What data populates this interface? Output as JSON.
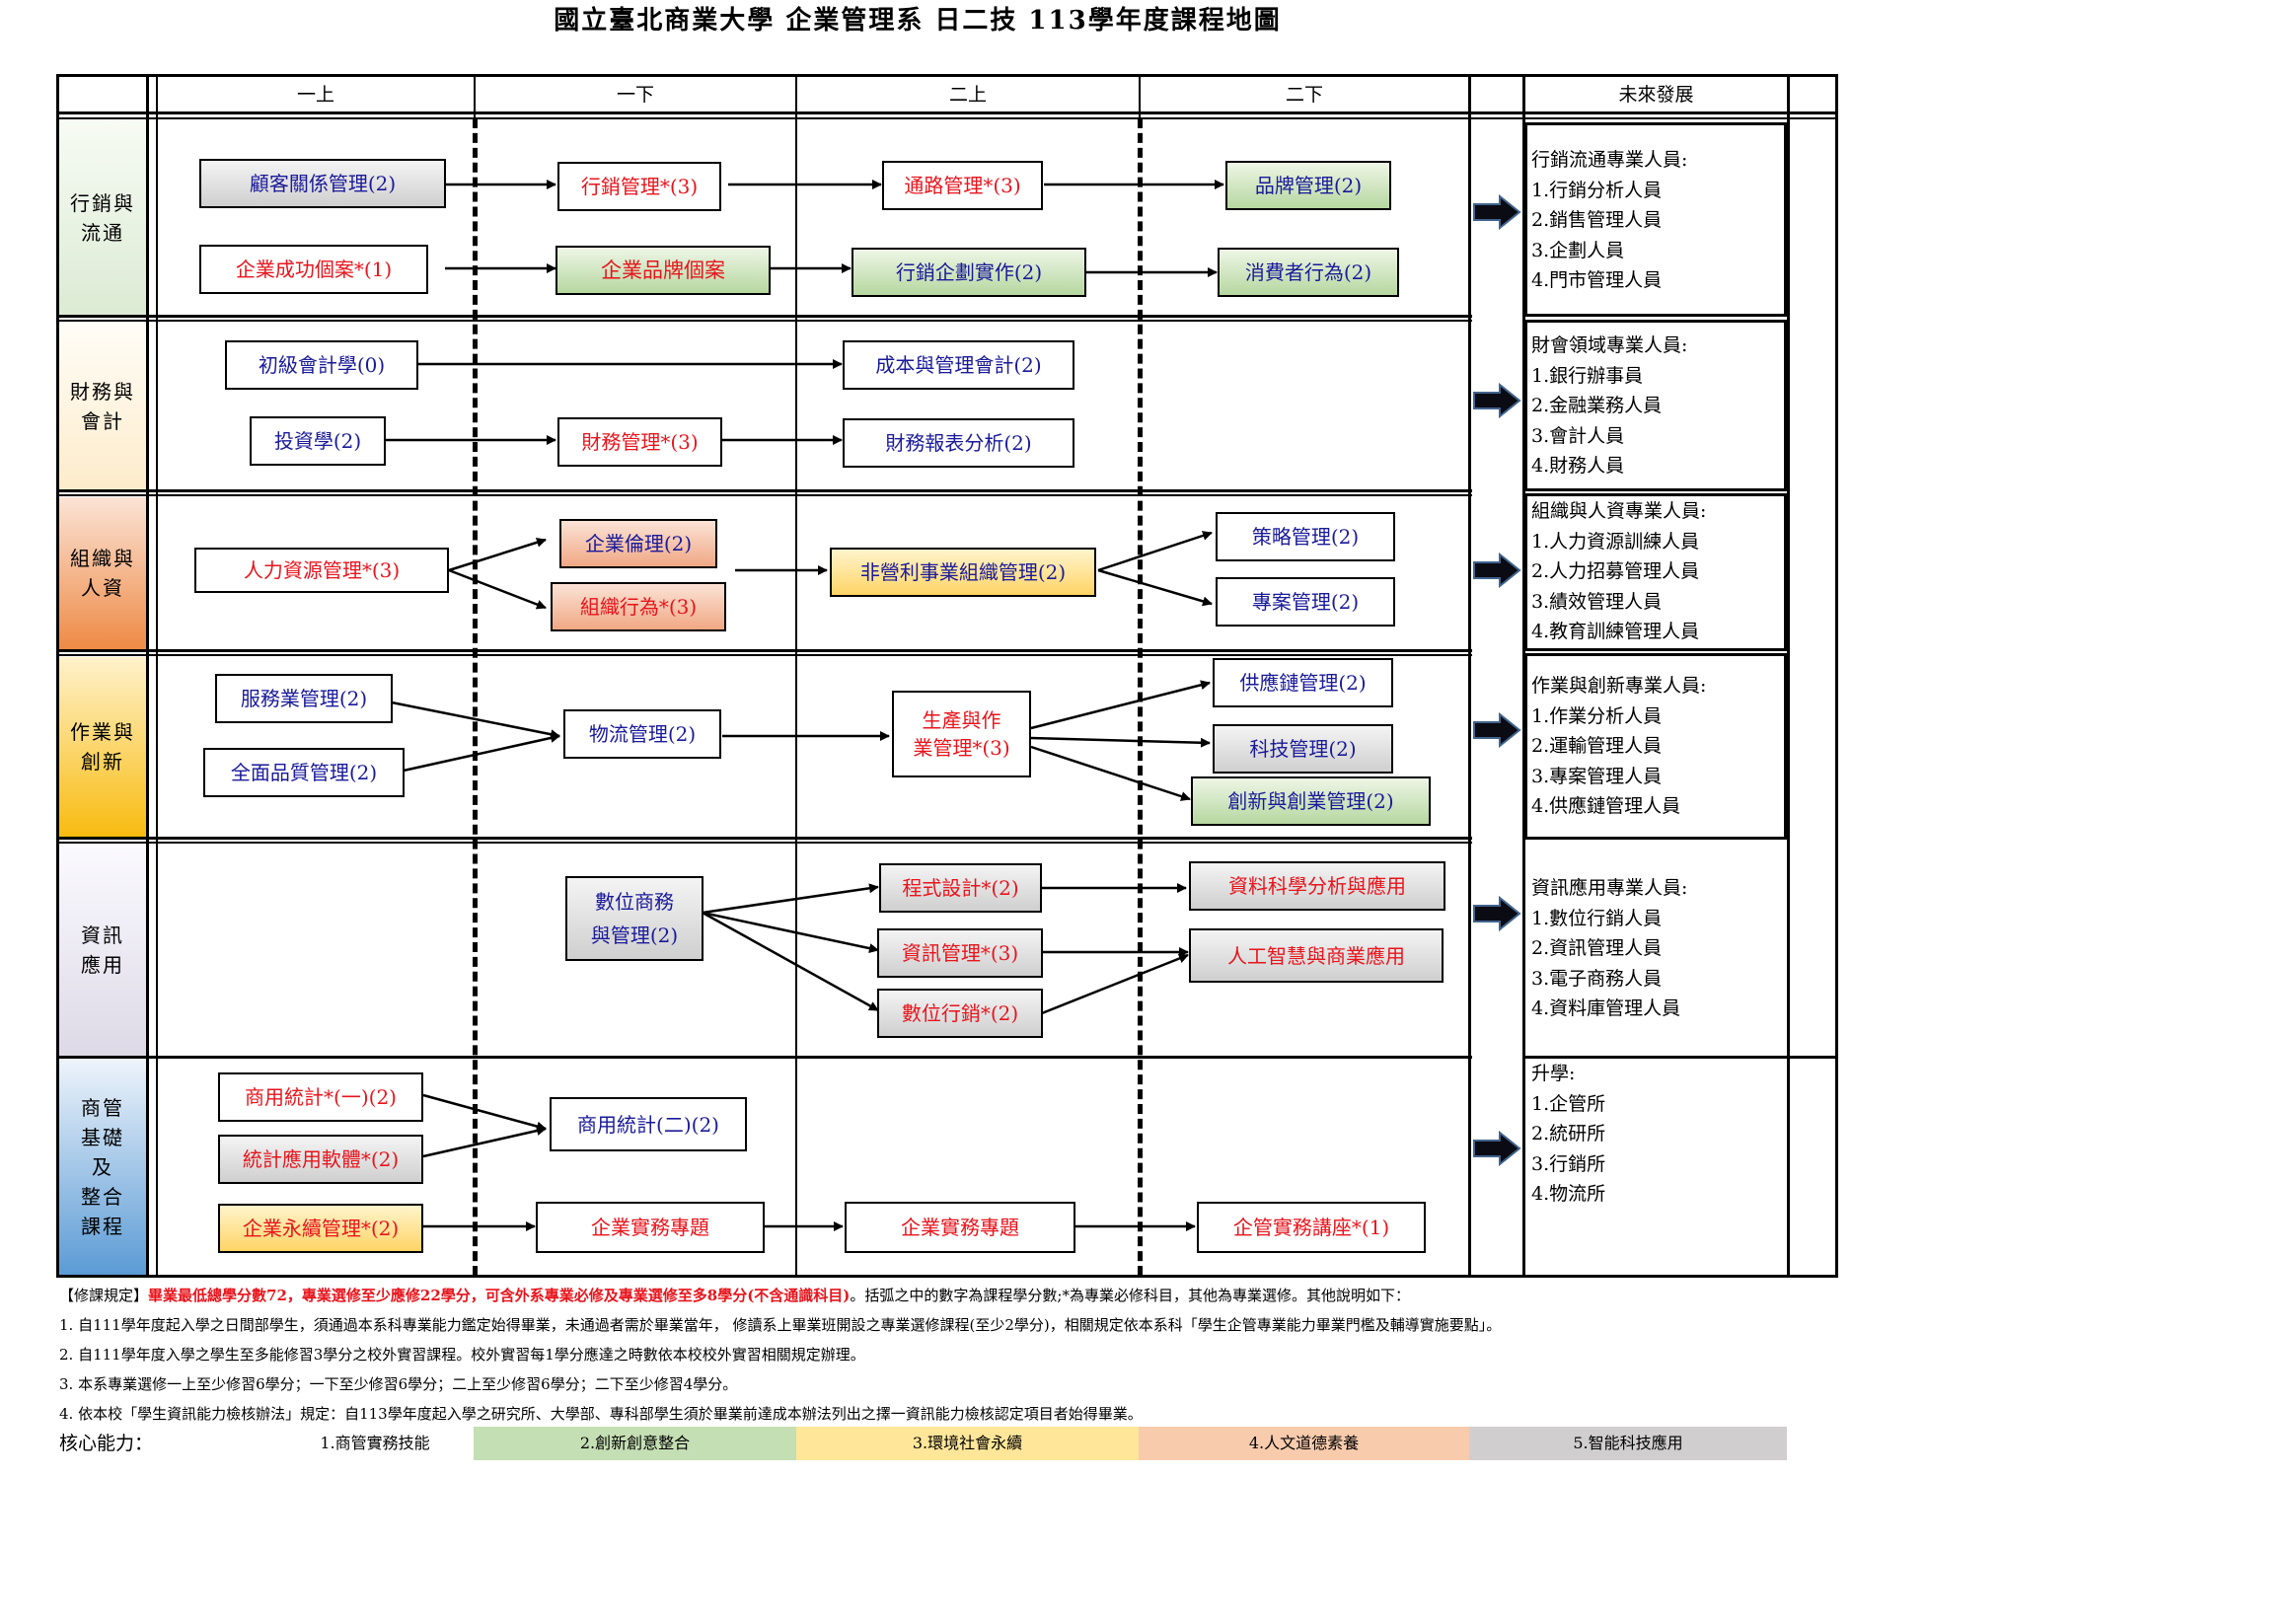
{
  "title": "國立臺北商業大學 企業管理系 日二技 113學年度課程地圖",
  "header": {
    "columns": [
      "一上",
      "一下",
      "二上",
      "二下"
    ],
    "future": "未來發展"
  },
  "rows": [
    {
      "label": "行銷與\n流通",
      "bg": "linear-gradient(#f7fbf4,#dcebd4)"
    },
    {
      "label": "財務與\n會計",
      "bg": "linear-gradient(#fffdf7,#fdeccb)"
    },
    {
      "label": "組織與\n人資",
      "bg": "linear-gradient(#fbe3d6,#ee8a45)"
    },
    {
      "label": "作業與\n創新",
      "bg": "linear-gradient(#fff2cc,#f8bb10)"
    },
    {
      "label": "資訊\n應用",
      "bg": "linear-gradient(#fbfaff,#ddd9e6)"
    },
    {
      "label": "商管\n基礎\n及\n整合\n課程",
      "bg": "linear-gradient(#eef4fb,#5b9bd5)"
    }
  ],
  "courses": {
    "c1": "顧客關係管理(2)",
    "c2": "行銷管理*(3)",
    "c3": "通路管理*(3)",
    "c4": "品牌管理(2)",
    "c5": "企業成功個案*(1)",
    "c6": "企業品牌個案",
    "c7": "行銷企劃實作(2)",
    "c8": "消費者行為(2)",
    "c9": "初級會計學(0)",
    "c10": "成本與管理會計(2)",
    "c11": "投資學(2)",
    "c12": "財務管理*(3)",
    "c13": "財務報表分析(2)",
    "c14": "人力資源管理*(3)",
    "c15": "企業倫理(2)",
    "c16": "組織行為*(3)",
    "c17": "非營利事業組織管理(2)",
    "c18": "策略管理(2)",
    "c19": "專案管理(2)",
    "c20": "服務業管理(2)",
    "c21": "全面品質管理(2)",
    "c22": "物流管理(2)",
    "c23": "生產與作\n業管理*(3)",
    "c24": "供應鏈管理(2)",
    "c25": "科技管理(2)",
    "c26": "創新與創業管理(2)",
    "c27": "數位商務\n與管理(2)",
    "c28": "程式設計*(2)",
    "c29": "資訊管理*(3)",
    "c30": "數位行銷*(2)",
    "c31": "資料科學分析與應用",
    "c32": "人工智慧與商業應用",
    "c33": "商用統計*(一)(2)",
    "c34": "統計應用軟體*(2)",
    "c35": "商用統計(二)(2)",
    "c36": "企業永續管理*(2)",
    "c37": "企業實務專題",
    "c38": "企業實務專題",
    "c39": "企管實務講座*(1)"
  },
  "future": [
    {
      "title": "行銷流通專業人員:",
      "items": [
        "1.行銷分析人員",
        "2.銷售管理人員",
        "3.企劃人員",
        "4.門市管理人員"
      ]
    },
    {
      "title": "財會領域專業人員:",
      "items": [
        "1.銀行辦事員",
        "2.金融業務人員",
        "3.會計人員",
        "4.財務人員"
      ]
    },
    {
      "title": "組織與人資專業人員:",
      "items": [
        "1.人力資源訓練人員",
        "2.人力招募管理人員",
        "3.績效管理人員",
        "4.教育訓練管理人員"
      ]
    },
    {
      "title": "作業與創新專業人員:",
      "items": [
        "1.作業分析人員",
        "2.運輸管理人員",
        "3.專案管理人員",
        "4.供應鏈管理人員"
      ]
    },
    {
      "title": "資訊應用專業人員:",
      "items": [
        "1.數位行銷人員",
        "2.資訊管理人員",
        "3.電子商務人員",
        "4.資料庫管理人員"
      ]
    },
    {
      "title": "升學:",
      "items": [
        "1.企管所",
        "2.統研所",
        "3.行銷所",
        "4.物流所"
      ]
    }
  ],
  "notes": {
    "rule_prefix": "【修課規定】",
    "rule_red": "畢業最低總學分數72，專業選修至少應修22學分，可含外系專業必修及專業選修至多8學分(不含通識科目)",
    "rule_suffix": "。括弧之中的數字為課程學分數;*為專業必修科目，其他為專業選修。其他說明如下：",
    "n1": "1. 自111學年度起入學之日間部學生，須通過本系科專業能力鑑定始得畢業，未通過者需於畢業當年， 修讀系上畢業班開設之專業選修課程(至少2學分)，相關規定依本系科「學生企管專業能力畢業門檻及輔導實施要點」。",
    "n2": "2. 自111學年度入學之學生至多能修習3學分之校外實習課程。校外實習每1學分應達之時數依本校校外實習相關規定辦理。",
    "n3": "3. 本系專業選修一上至少修習6學分；一下至少修習6學分；二上至少修習6學分；二下至少修習4學分。",
    "n4": "4. 依本校「學生資訊能力檢核辦法」規定：自113學年度起入學之研究所、大學部、專科部學生須於畢業前達成本辦法列出之擇一資訊能力檢核認定項目者始得畢業。"
  },
  "core": {
    "label": "核心能力：",
    "items": [
      {
        "text": "1.商管實務技能",
        "color": "#ffffff"
      },
      {
        "text": "2.創新創意整合",
        "color": "#c5dfb4"
      },
      {
        "text": "3.環境社會永續",
        "color": "#ffe699"
      },
      {
        "text": "4.人文道德素養",
        "color": "#f8cbad"
      },
      {
        "text": "5.智能科技應用",
        "color": "#d0cece"
      }
    ]
  }
}
